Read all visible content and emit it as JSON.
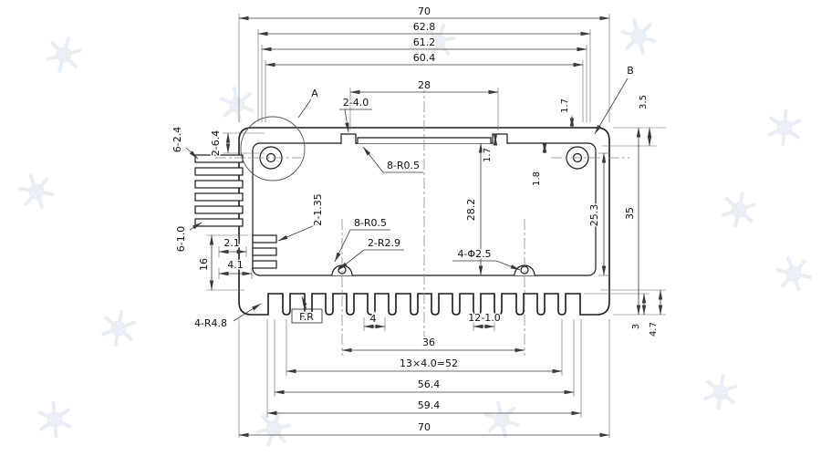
{
  "colors": {
    "background": "#ffffff",
    "line": "#1a1a1a",
    "dim_line": "#444444",
    "watermark": "#e9eef4"
  },
  "detail_labels": {
    "a": "A",
    "b": "B",
    "fr": "F.R"
  },
  "dims": {
    "top": {
      "overall": "70",
      "w628": "62.8",
      "w612": "61.2",
      "w604": "60.4",
      "w28": "28",
      "slot": "2-4.0",
      "step17": "1.7",
      "corner35": "3.5"
    },
    "left": {
      "slot264": "2-6.4",
      "fins624": "6-2.4",
      "gaps610": "6-1.0",
      "w21": "2.1",
      "w41": "4.1",
      "h16": "16",
      "slot2135": "2-1.35"
    },
    "inner": {
      "radius_top": "8-R0.5",
      "radius_bottom": "8-R0.5",
      "height282": "28.2",
      "step17": "1.7",
      "step18": "1.8",
      "radius29": "2-R2.9",
      "holes": "4-Φ2.5"
    },
    "right": {
      "h253": "25.3",
      "h35": "35",
      "h3": "3",
      "h47": "4.7"
    },
    "bottom": {
      "radius48": "4-R4.8",
      "fin_pitch": "4",
      "fin_thickness": "12-1.0",
      "w36": "36",
      "pitch_total": "13×4.0=52",
      "w564": "56.4",
      "w594": "59.4",
      "overall": "70"
    }
  }
}
